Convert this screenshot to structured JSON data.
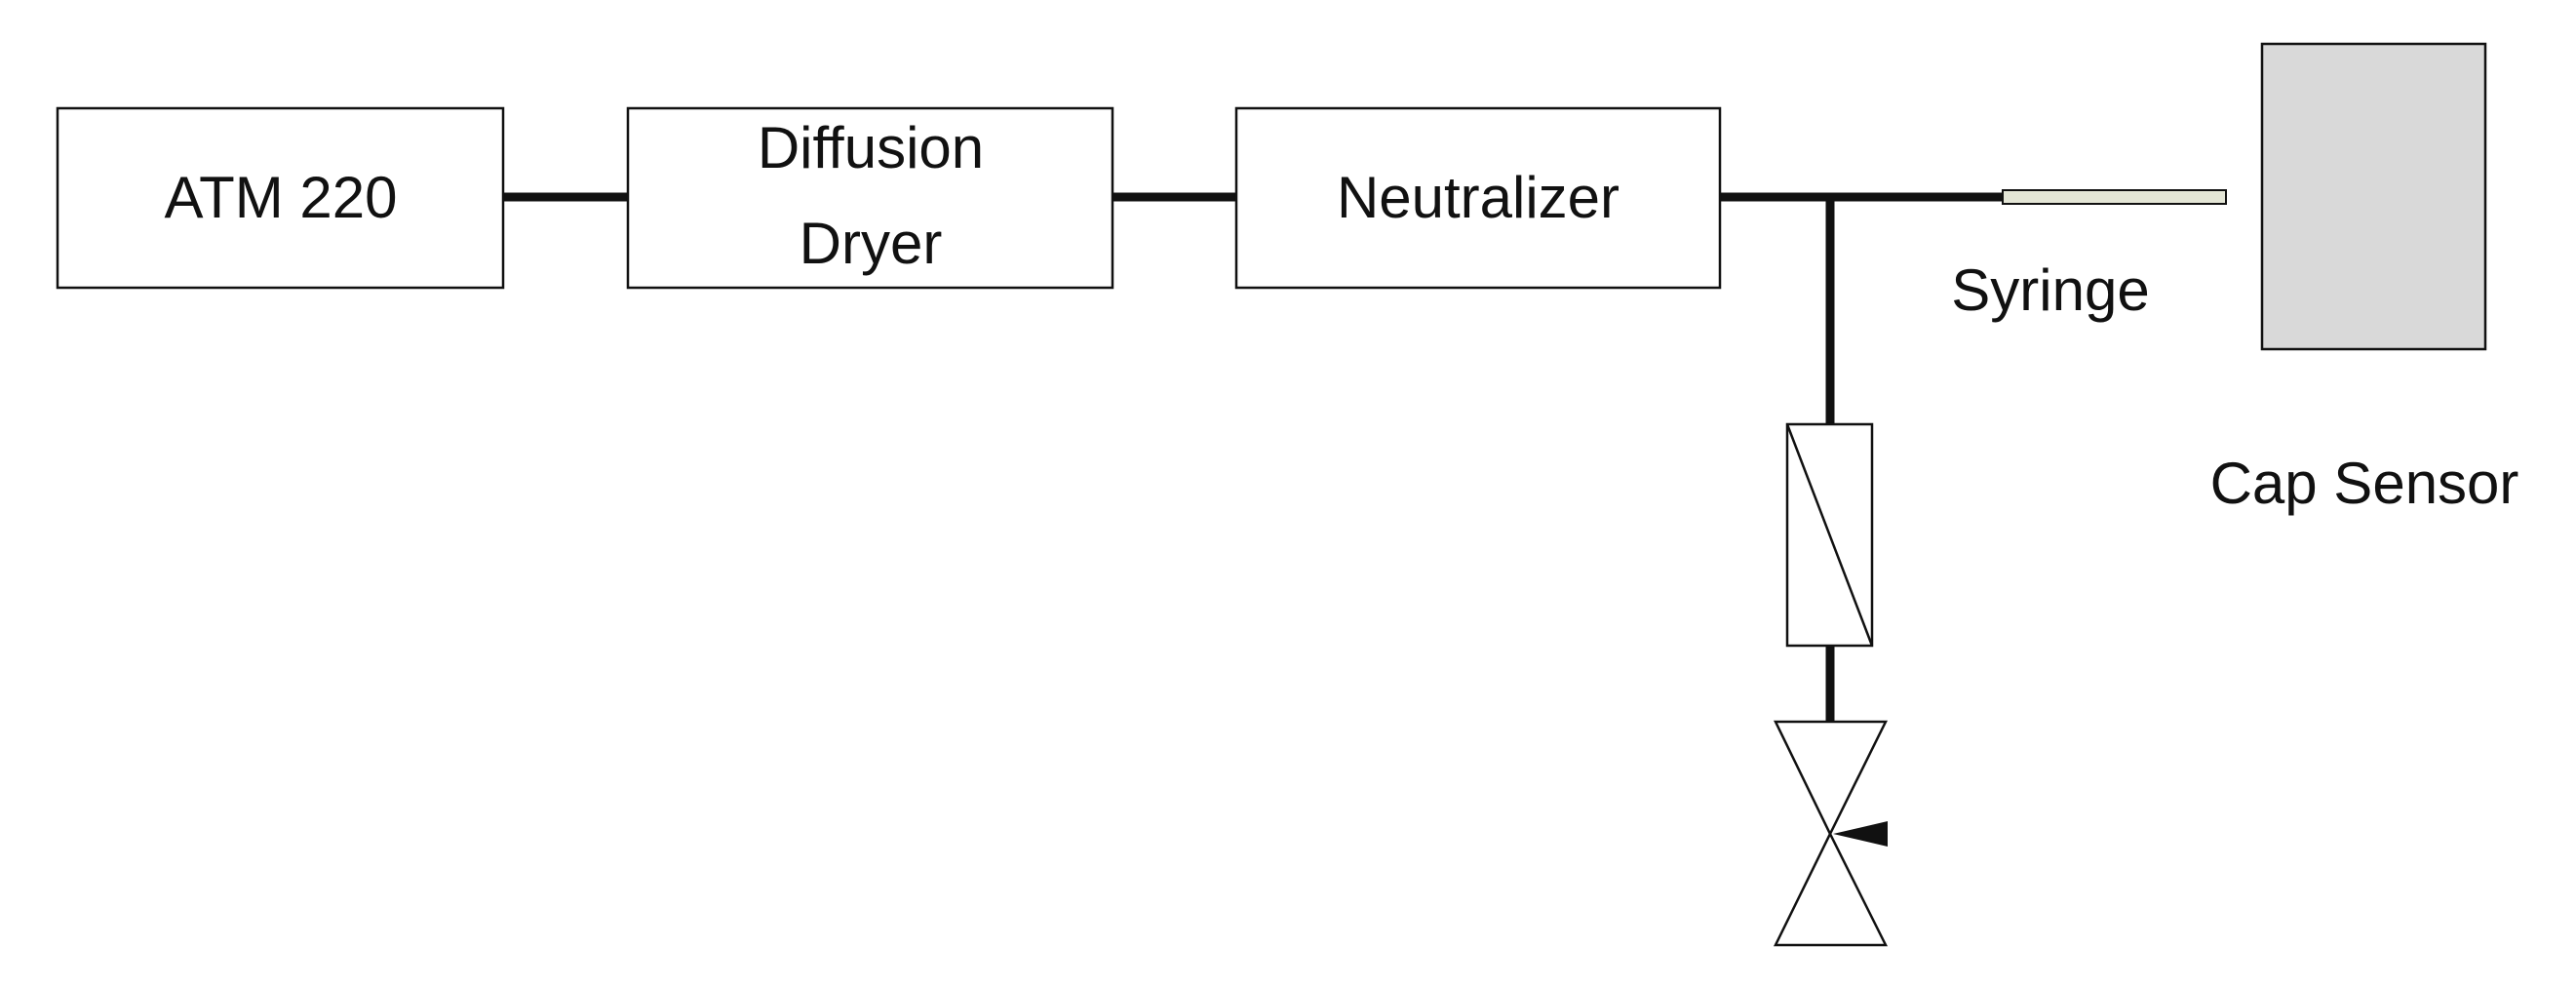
{
  "components": {
    "atm": {
      "label": "ATM 220"
    },
    "dryer": {
      "label_line1": "Diffusion",
      "label_line2": "Dryer"
    },
    "neutralizer": {
      "label": "Neutralizer"
    },
    "syringe": {
      "label": "Syringe"
    },
    "cap_sensor": {
      "label": "Cap Sensor"
    }
  },
  "colors": {
    "line": "#111111",
    "sensor_fill": "#d9d9d9",
    "syringe_fill": "#e4e6d6",
    "box_fill": "#ffffff"
  }
}
